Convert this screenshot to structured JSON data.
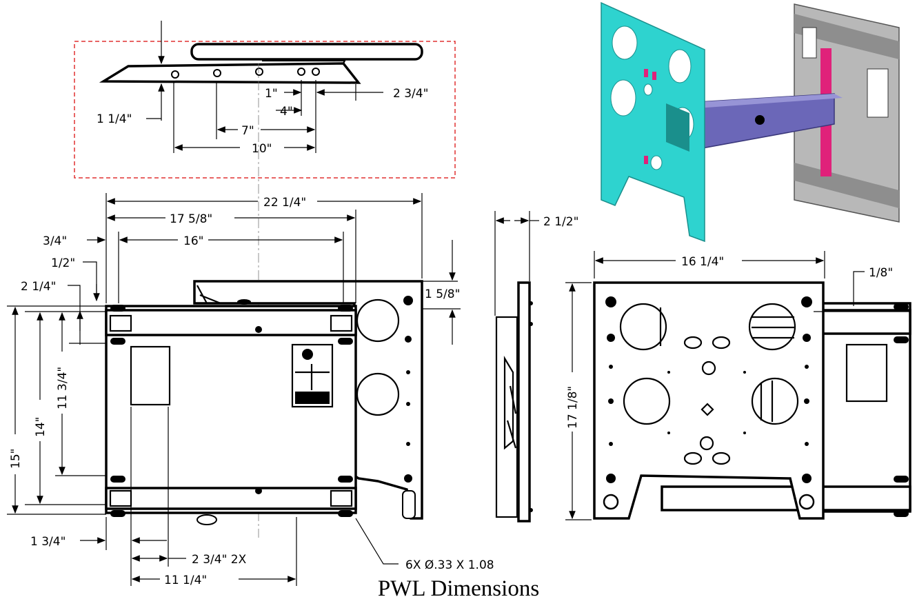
{
  "caption": "PWL Dimensions",
  "dimensions": {
    "top_view": {
      "h_1_1_4": "1 1/4\"",
      "d_1": "1\"",
      "d_2_3_4": "2 3/4\"",
      "d_4": "4\"",
      "d_7": "7\"",
      "d_10": "10\""
    },
    "front_view": {
      "w_22_1_4": "22 1/4\"",
      "w_17_5_8": "17 5/8\"",
      "w_16": "16\"",
      "w_3_4": "3/4\"",
      "w_1_2": "1/2\"",
      "w_2_1_4": "2 1/4\"",
      "h_1_5_8": "1 5/8\"",
      "h_15": "15\"",
      "h_14": "14\"",
      "h_11_3_4": "11 3/4\"",
      "w_1_3_4": "1 3/4\"",
      "w_2_3_4_2x": "2 3/4\" 2X",
      "w_11_1_4": "11 1/4\"",
      "slot_note": "6X Ø.33 X 1.08"
    },
    "side_view": {
      "depth_2_1_2": "2 1/2\""
    },
    "rear_view": {
      "w_16_1_4": "16 1/4\"",
      "d_1_8": "1/8\"",
      "h_17_1_8": "17 1/8\""
    }
  },
  "colors": {
    "plate": "#2ed3cf",
    "arm": "#6b67b8",
    "accent": "#e0217a",
    "wall_bracket": "#9a9a9a",
    "detail_box": "#e03030"
  }
}
